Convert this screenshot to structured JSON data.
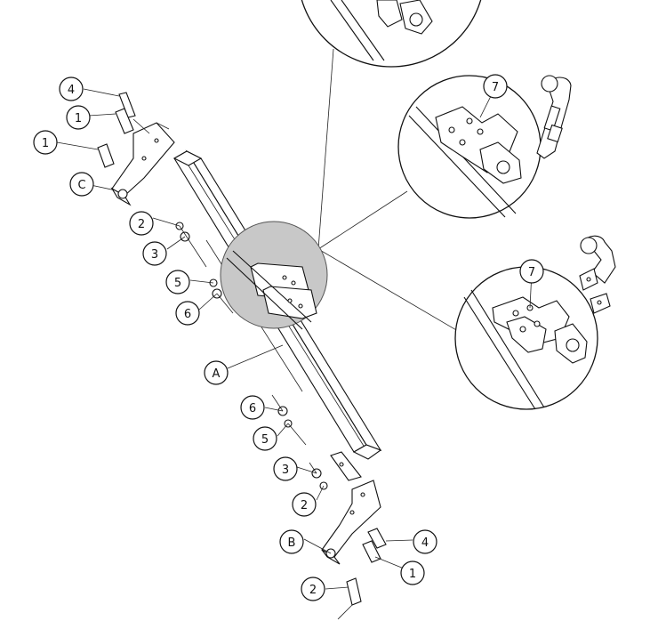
{
  "callouts": {
    "c1": "4",
    "c2": "1",
    "c3": "1",
    "c4": "C",
    "c5": "2",
    "c6": "3",
    "c7": "5",
    "c8": "6",
    "c9": "A",
    "c10": "6",
    "c11": "5",
    "c12": "3",
    "c13": "2",
    "c14": "B",
    "c15": "4",
    "c16": "1",
    "c17": "2",
    "c18": "7",
    "c19": "7"
  }
}
